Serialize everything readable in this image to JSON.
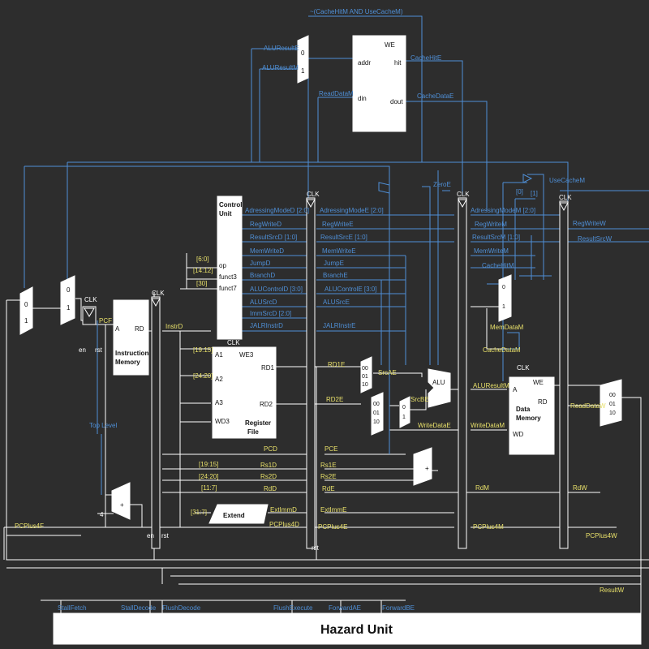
{
  "title": "Hazard Unit",
  "blocks": {
    "instr_mem": [
      "Instruction",
      "Memory"
    ],
    "reg_file": [
      "Register",
      "File"
    ],
    "control": [
      "Control",
      "Unit"
    ],
    "data_mem": [
      "Data",
      "Memory"
    ],
    "extend": "Extend",
    "alu": "ALU",
    "cache_we": "WE",
    "cache_addr": "addr",
    "cache_hit": "hit",
    "cache_din": "din",
    "cache_dout": "dout"
  },
  "ports": {
    "clk": "CLK",
    "a": "A",
    "rd": "RD",
    "a1": "A1",
    "a2": "A2",
    "a3": "A3",
    "wd3": "WD3",
    "we3": "WE3",
    "rd1": "RD1",
    "rd2": "RD2",
    "op": "op",
    "funct3": "funct3",
    "funct7": "funct7",
    "we": "WE",
    "wd": "WD",
    "en": "en",
    "rst": "rst",
    "m0": "0",
    "m1": "1",
    "m00": "00",
    "m01": "01",
    "m10": "10",
    "four": "4",
    "plus": "+"
  },
  "signals": {
    "cond": "~(CacheHitM AND UseCacheM)",
    "alu_result_e": "ALUResultE",
    "alu_result_m": "ALUResultM",
    "cache_hit_e": "CacheHitE",
    "read_data_m": "ReadDataM",
    "cache_data_e": "CacheDataE",
    "zero_e": "ZeroE",
    "use_cache_m": "UseCacheM",
    "bit0": "[0]",
    "bit1": "[1]",
    "reg_write_w": "RegWriteW",
    "result_src_w": "ResultSrcW",
    "pcf": "PCF",
    "instr_d": "InstrD",
    "b6_0": "[6:0]",
    "b14_12": "[14:12]",
    "b30": "[30]",
    "b19_15": "[19:15]",
    "b24_20": "[24:20]",
    "b11_7": "[11:7]",
    "b31_7": "[31:7]",
    "adr_d": "AdressingModeD [2:0]",
    "reg_write_d": "RegWriteD",
    "result_src_d": "ResultSrcD [1:0]",
    "mem_write_d": "MemWriteD",
    "jump_d": "JumpD",
    "branch_d": "BranchD",
    "alu_control_d": "ALUControlD [3:0]",
    "alu_src_d": "ALUSrcD",
    "imm_src_d": "ImmSrcD [2:0]",
    "jalr_d": "JALRInstrD",
    "adr_e": "AdressingModeE [2:0]",
    "reg_write_e": "RegWriteE",
    "result_src_e": "ResultSrcE [1:0]",
    "mem_write_e": "MemWriteE",
    "jump_e": "JumpE",
    "branch_e": "BranchE",
    "alu_control_e": "ALUControlE [3:0]",
    "alu_src_e": "ALUSrcE",
    "jalr_e": "JALRInstrE",
    "adr_m": "AdressingModeM [2:0]",
    "reg_write_m": "RegWriteM",
    "result_src_m": "ResultSrcM [1:0]",
    "mem_write_m": "MemWriteM",
    "cache_hit_m": "CacheHitM",
    "mem_data_m": "MemDataM",
    "cache_data_m": "CacheDataM",
    "rd1e": "RD1E",
    "rd2e": "RD2E",
    "src_ae": "SrcAE",
    "src_be": "SrcBE",
    "write_data_e": "WriteDataE",
    "alu_result_m2": "ALUResultM",
    "write_data_m": "WriteDataM",
    "read_data_w": "ReadDataW",
    "pcd": "PCD",
    "pce": "PCE",
    "rs1d": "Rs1D",
    "rs2d": "Rs2D",
    "rdd": "RdD",
    "rs1e": "Rs1E",
    "rs2e": "Rs2E",
    "rde": "RdE",
    "rdm": "RdM",
    "rdw": "RdW",
    "ext_imm_d": "ExtImmD",
    "ext_imm_e": "ExtImmE",
    "pcplus4f": "PCPlus4F",
    "pcplus4d": "PCPlus4D",
    "pcplus4e": "PCPlus4E",
    "pcplus4m": "PCPlus4M",
    "pcplus4w": "PCPlus4W",
    "result_w": "ResultW",
    "top_level": "Top Level",
    "stall_fetch": "StallFetch",
    "stall_decode": "StallDecode",
    "flush_decode": "FlushDecode",
    "flush_execute": "FlushExecute",
    "forward_ae": "ForwardAE",
    "forward_be": "ForwardBE"
  }
}
